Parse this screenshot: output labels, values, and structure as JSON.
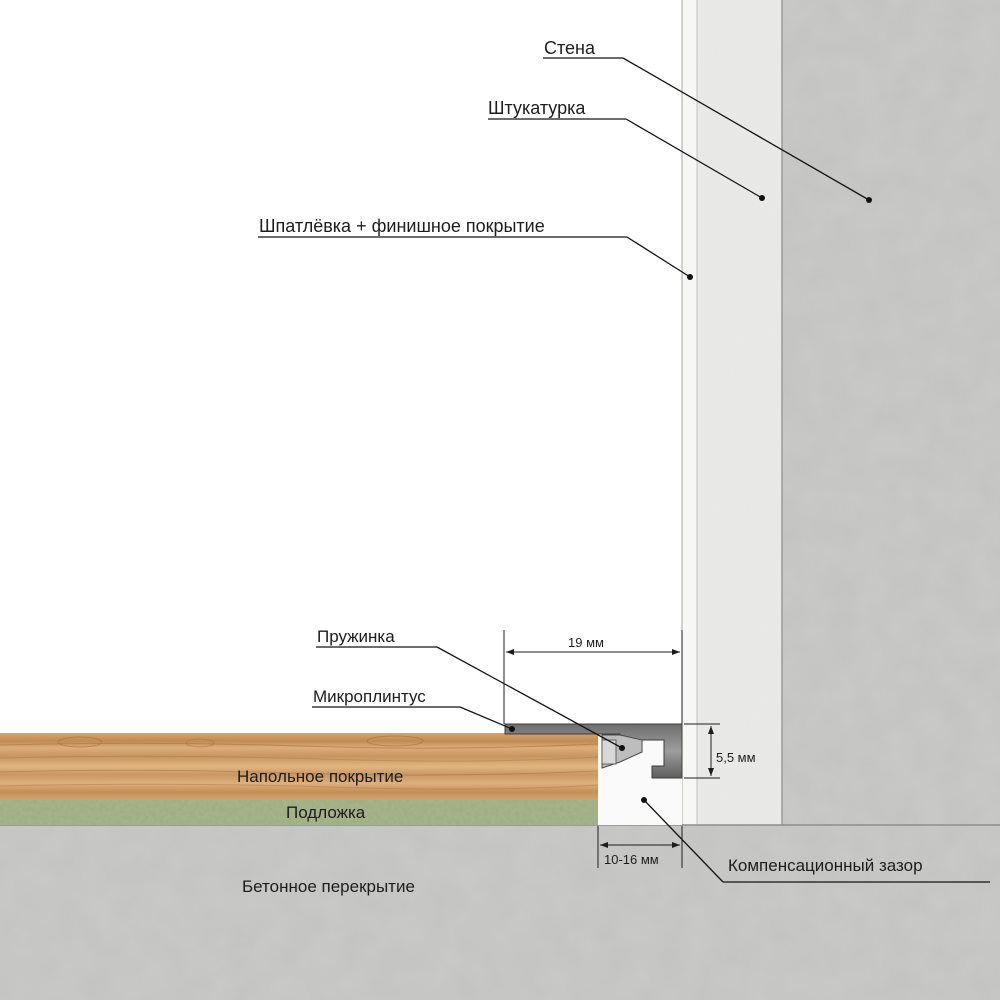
{
  "labels": {
    "wall": "Стена",
    "plaster": "Штукатурка",
    "putty": "Шпатлёвка + финишное покрытие",
    "spring": "Пружинка",
    "micro_skirting": "Микроплинтус",
    "flooring": "Напольное покрытие",
    "underlay": "Подложка",
    "slab": "Бетонное перекрытие",
    "gap": "Компенсационный зазор"
  },
  "dimensions": {
    "skirting_width": "19 мм",
    "skirting_height": "5,5 мм",
    "gap_width": "10-16 мм"
  },
  "colors": {
    "concrete": "#c3c3c1",
    "plaster": "#ebebe9",
    "wood": "#c99a66",
    "underlay": "#9dad7e",
    "aluminum": "#8a8a8a"
  }
}
